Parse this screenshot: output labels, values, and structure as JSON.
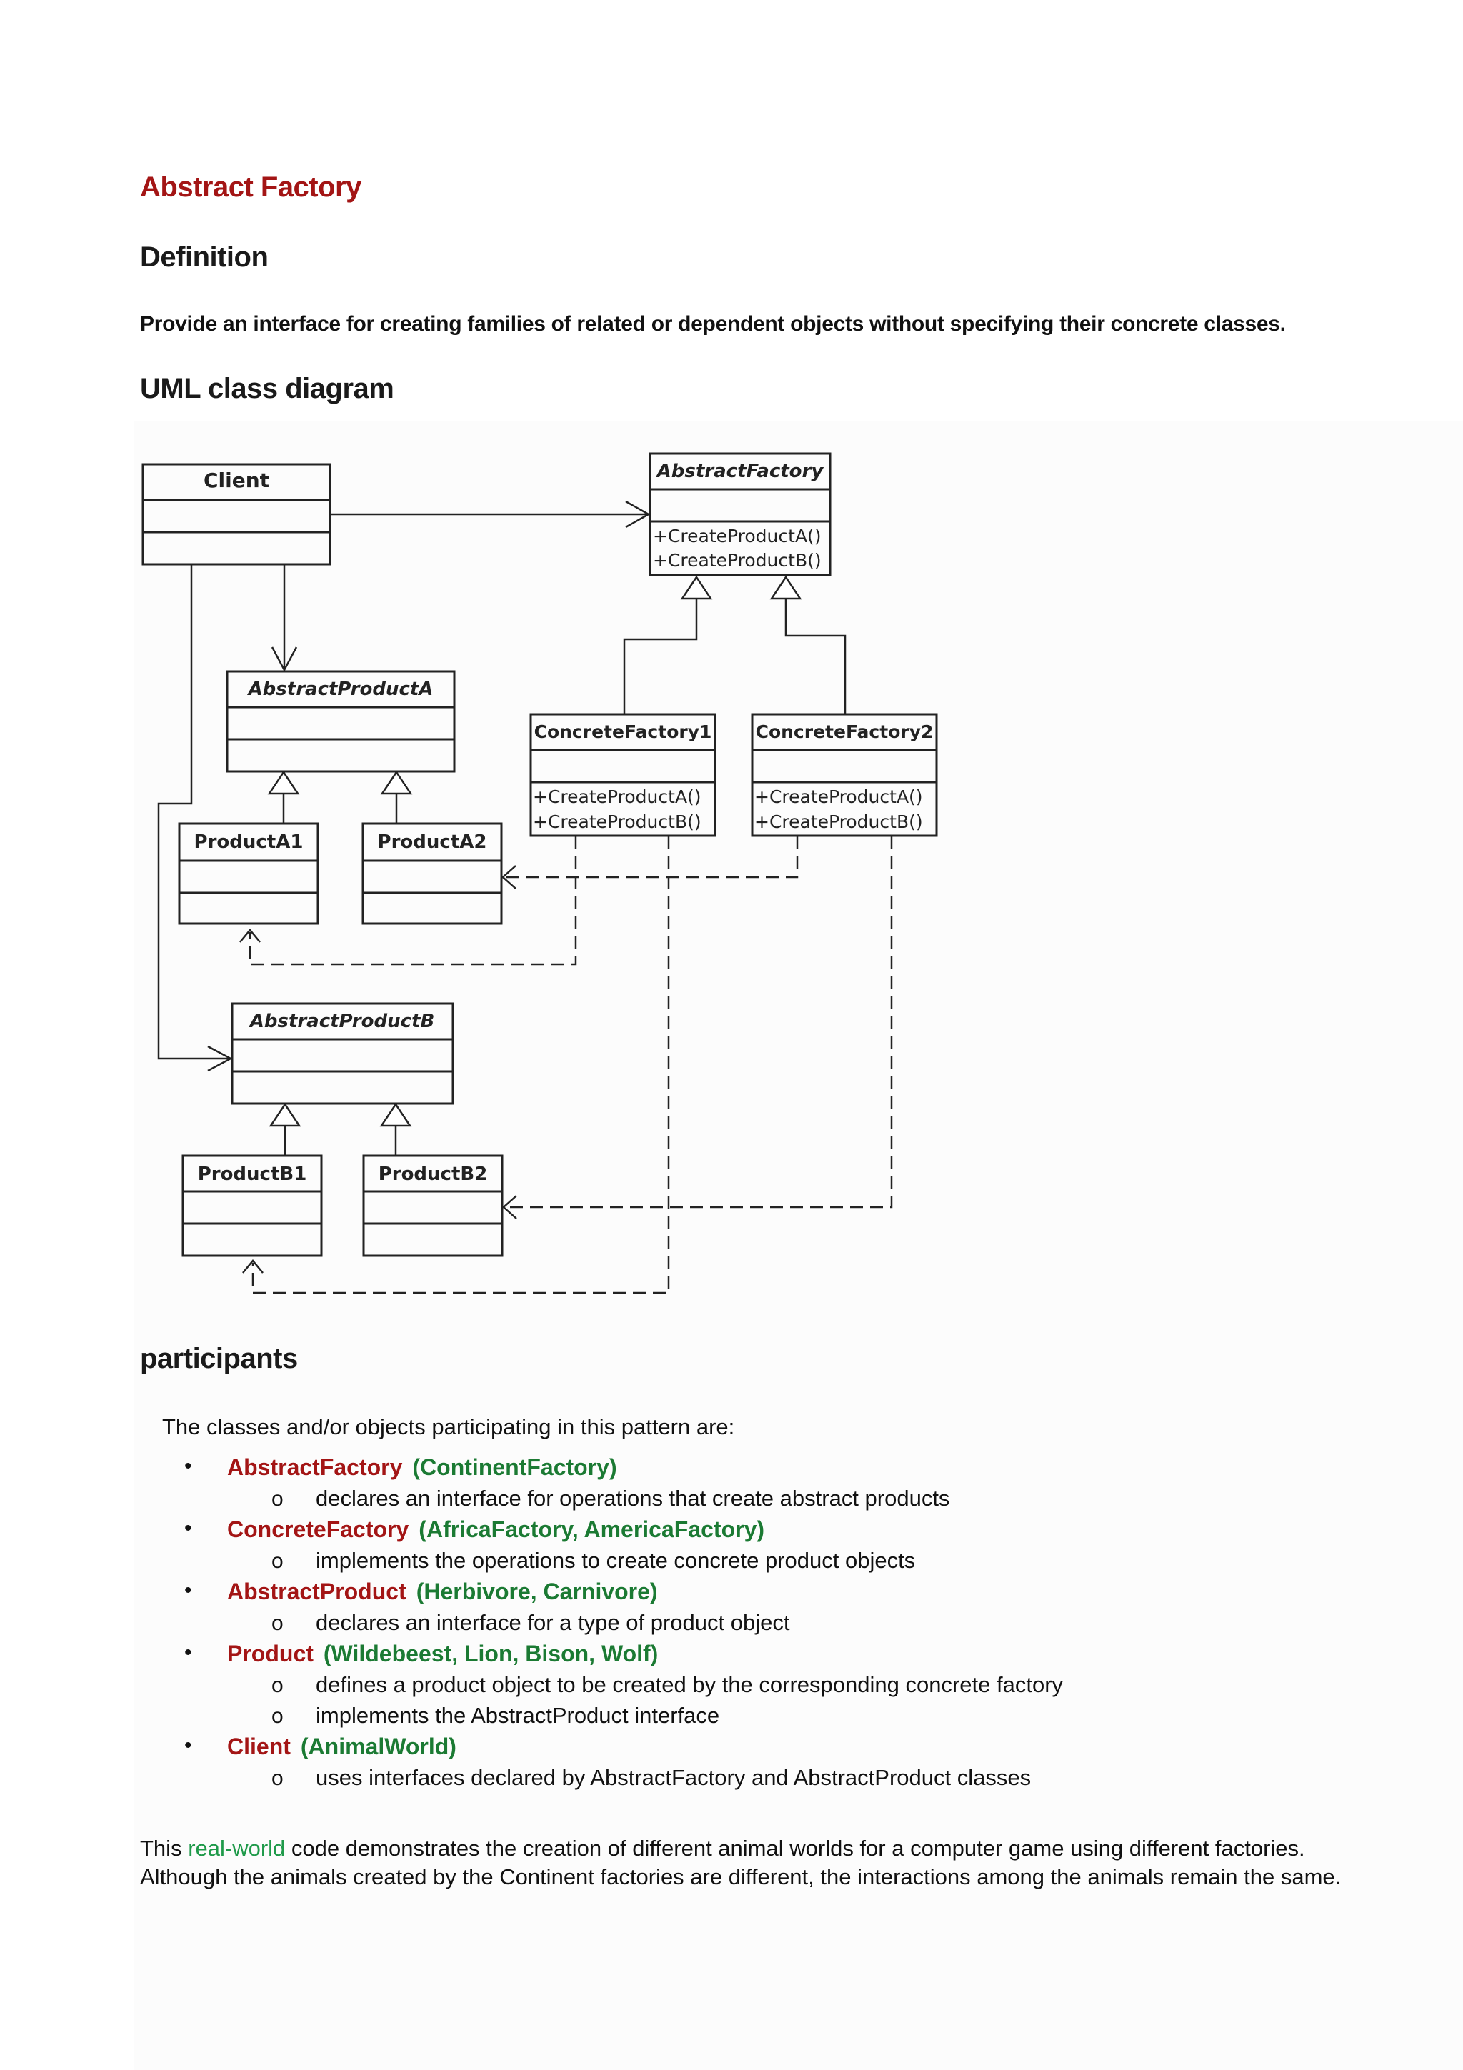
{
  "title": "Abstract Factory",
  "definition": {
    "heading": "Definition",
    "text": "Provide an interface for creating families of related or dependent objects without specifying their concrete classes."
  },
  "uml": {
    "heading": "UML class diagram",
    "classes": {
      "client": "Client",
      "abstract_factory": "AbstractFactory",
      "abstract_factory_ops": [
        "+CreateProductA()",
        "+CreateProductB()"
      ],
      "concrete_factory1": "ConcreteFactory1",
      "concrete_factory1_ops": [
        "+CreateProductA()",
        "+CreateProductB()"
      ],
      "concrete_factory2": "ConcreteFactory2",
      "concrete_factory2_ops": [
        "+CreateProductA()",
        "+CreateProductB()"
      ],
      "abstract_product_a": "AbstractProductA",
      "product_a1": "ProductA1",
      "product_a2": "ProductA2",
      "abstract_product_b": "AbstractProductB",
      "product_b1": "ProductB1",
      "product_b2": "ProductB2"
    }
  },
  "participants": {
    "heading": "participants",
    "intro": "The classes and/or objects participating in this pattern are:",
    "items": [
      {
        "name": "AbstractFactory",
        "example": "(ContinentFactory)",
        "notes": [
          "declares an interface for operations that create abstract products"
        ]
      },
      {
        "name": "ConcreteFactory",
        "example": "(AfricaFactory, AmericaFactory)",
        "notes": [
          "implements the operations to create concrete product objects"
        ]
      },
      {
        "name": "AbstractProduct",
        "example": "(Herbivore, Carnivore)",
        "notes": [
          "declares an interface for a type of product object"
        ]
      },
      {
        "name": "Product",
        "example": "(Wildebeest, Lion, Bison, Wolf)",
        "notes": [
          "defines a product object to be created by the corresponding concrete factory",
          "implements the AbstractProduct interface"
        ]
      },
      {
        "name": "Client",
        "example": "(AnimalWorld)",
        "notes": [
          "uses interfaces declared by AbstractFactory and AbstractProduct classes"
        ]
      }
    ],
    "bullet_glyph": "•",
    "sub_glyph": "o"
  },
  "summary": {
    "prefix": "This ",
    "link": "real-world",
    "rest": " code demonstrates the creation of different animal worlds for a computer game using different factories. Although the animals created by the Continent factories are different, the interactions among the animals remain the same."
  },
  "colors": {
    "accent_red": "#a31515",
    "example_green": "#1b7a33",
    "link_green": "#1f9a4a"
  }
}
